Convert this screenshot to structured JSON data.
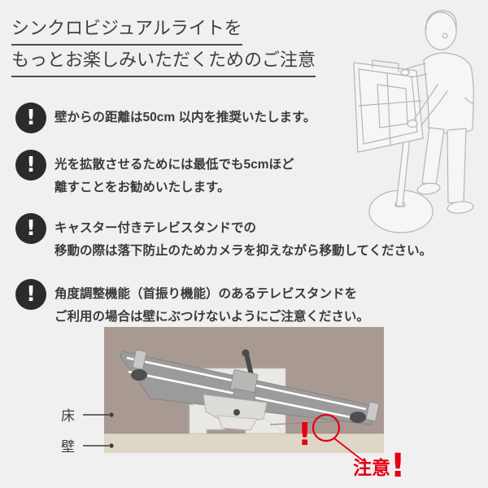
{
  "title": {
    "lines": [
      "シンクロビジュアルライトを",
      "もっとお楽しみいただくためのご注意"
    ]
  },
  "icons": {
    "warning_mark": "!"
  },
  "warnings": [
    {
      "lines": [
        "壁からの距離は50cm 以内を推奨いたします。"
      ]
    },
    {
      "lines": [
        "光を拡散させるためには最低でも5cmほど",
        "離すことをお勧めいたします。"
      ]
    },
    {
      "lines": [
        "キャスター付きテレビスタンドでの",
        "移動の際は落下防止のためカメラを抑えながら移動してください。"
      ]
    },
    {
      "lines": [
        "角度調整機能（首振り機能）のあるテレビスタンドを",
        "ご利用の場合は壁にぶつけないようにご注意ください。"
      ]
    }
  ],
  "diagram": {
    "floor_label": "床",
    "wall_label": "壁",
    "caution_label": "注意",
    "caution_mark": "!",
    "alert_mark": "!"
  },
  "colors": {
    "background": "#f0f0f0",
    "text": "#3a3a3a",
    "icon_bg": "#2b2b2b",
    "floor": "#a89a92",
    "wall": "#ded6c6",
    "tv_body": "#9b9b9b",
    "red": "#e60012",
    "line_art": "#b7b5b3"
  }
}
